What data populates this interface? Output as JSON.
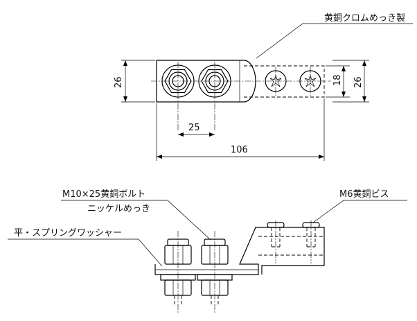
{
  "labels": {
    "material": "黄銅クロムめっき製",
    "bolt_line1": "M10×25黄銅ボルト",
    "bolt_line2": "ニッケルめっき",
    "screw": "M6黄銅ビス",
    "washer": "平・スプリングワッシャー"
  },
  "dimensions": {
    "height_left": "26",
    "height_right": "26",
    "height_inner": "18",
    "bolt_pitch": "25",
    "overall_length": "106"
  }
}
